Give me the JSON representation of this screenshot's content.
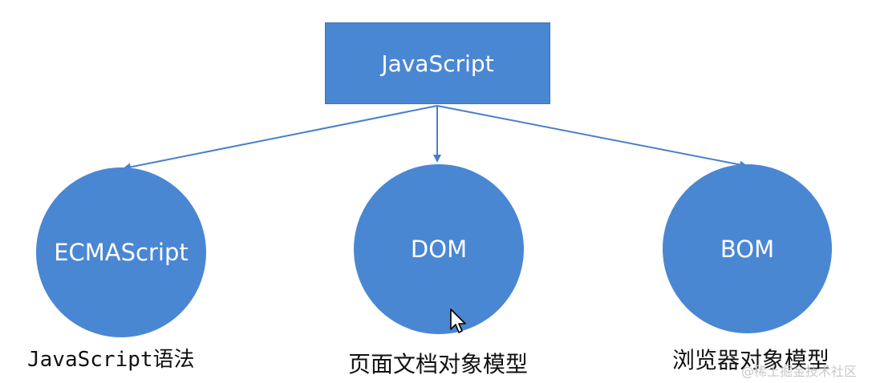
{
  "diagram": {
    "root": {
      "label": "JavaScript"
    },
    "children": [
      {
        "label": "ECMAScript",
        "caption": "JavaScript语法"
      },
      {
        "label": "DOM",
        "caption": "页面文档对象模型"
      },
      {
        "label": "BOM",
        "caption": "浏览器对象模型"
      }
    ]
  },
  "colors": {
    "node_fill": "#4a87d3",
    "arrow": "#4a7fc8",
    "node_text": "#ffffff"
  },
  "watermark": "@稀土掘金技术社区"
}
